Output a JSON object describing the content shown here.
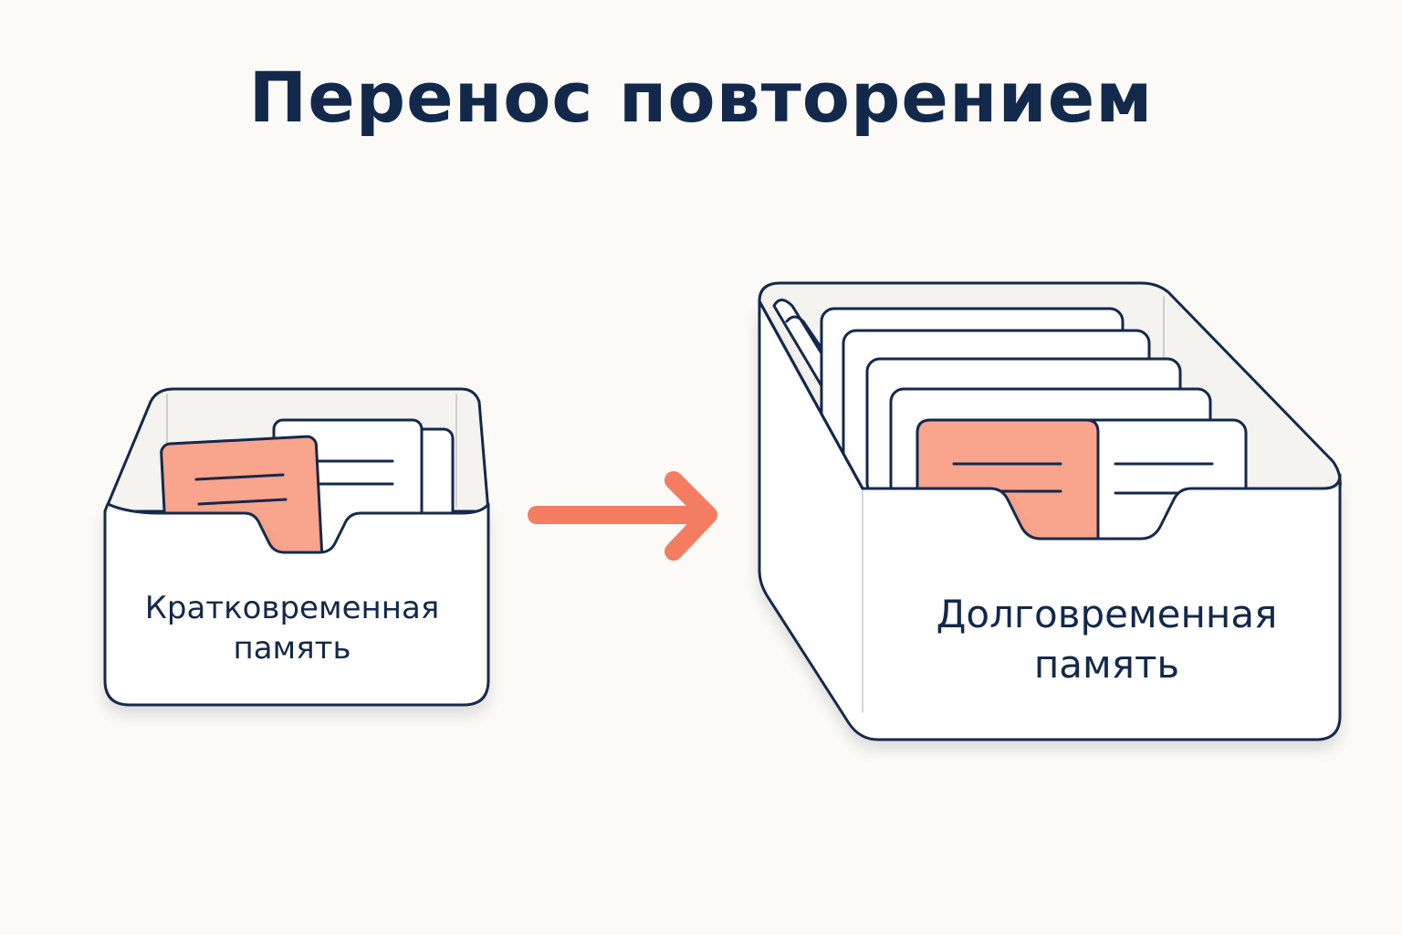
{
  "title": "Перенос повторением",
  "short_term_box": {
    "label_line1": "Кратковременная",
    "label_line2": "память"
  },
  "long_term_box": {
    "label_line1": "Долговременная",
    "label_line2": "память"
  },
  "colors": {
    "title": "#13294b",
    "outline": "#13294b",
    "accent": "#f9a48c",
    "arrow": "#f47c61",
    "box_fill": "#ffffff",
    "background": "#fbfaf7"
  },
  "icons": [
    "card-box-icon",
    "index-card-icon",
    "arrow-right-icon"
  ]
}
